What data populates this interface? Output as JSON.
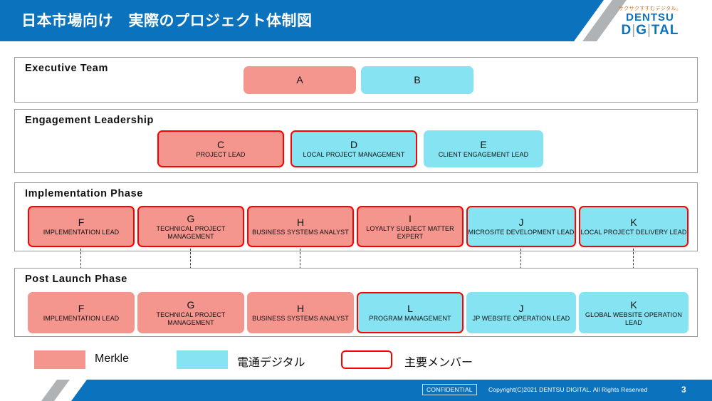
{
  "header": {
    "title": "日本市場向け　実際のプロジェクト体制図",
    "brand_color": "#0B72BE",
    "logo": {
      "kana": "サクサクすすむデジタル。",
      "line1": "DENTSU",
      "line2_pre": "D",
      "line2_bar1": "|",
      "line2_mid": "G",
      "line2_bar2": "|",
      "line2_post": "TAL"
    }
  },
  "colors": {
    "merkle_pink": "#F4958E",
    "dentsu_cyan": "#85E3F2",
    "key_member_outline": "#FF0000",
    "panel_border": "#9A9A9A"
  },
  "sections": [
    {
      "id": "executive-team",
      "title": "Executive Team",
      "boxes": [
        {
          "code": "A",
          "role": "",
          "color": "pink",
          "key_member": false
        },
        {
          "code": "B",
          "role": "",
          "color": "cyan",
          "key_member": false
        }
      ]
    },
    {
      "id": "engagement-leadership",
      "title": "Engagement Leadership",
      "boxes": [
        {
          "code": "C",
          "role": "PROJECT LEAD",
          "color": "pink",
          "key_member": true
        },
        {
          "code": "D",
          "role": "LOCAL PROJECT MANAGEMENT",
          "color": "cyan",
          "key_member": true
        },
        {
          "code": "E",
          "role": "CLIENT ENGAGEMENT LEAD",
          "color": "cyan",
          "key_member": false
        }
      ]
    },
    {
      "id": "implementation-phase",
      "title": "Implementation  Phase",
      "boxes": [
        {
          "code": "F",
          "role": "IMPLEMENTATION LEAD",
          "color": "pink",
          "key_member": true
        },
        {
          "code": "G",
          "role": "TECHNICAL PROJECT MANAGEMENT",
          "color": "pink",
          "key_member": true
        },
        {
          "code": "H",
          "role": "BUSINESS SYSTEMS ANALYST",
          "color": "pink",
          "key_member": true
        },
        {
          "code": "I",
          "role": "LOYALTY SUBJECT MATTER EXPERT",
          "color": "pink",
          "key_member": true
        },
        {
          "code": "J",
          "role": "MICROSITE DEVELOPMENT LEAD",
          "color": "cyan",
          "key_member": true
        },
        {
          "code": "K",
          "role": "LOCAL PROJECT DELIVERY LEAD",
          "color": "cyan",
          "key_member": true
        }
      ]
    },
    {
      "id": "post-launch-phase",
      "title": "Post Launch Phase",
      "boxes": [
        {
          "code": "F",
          "role": "IMPLEMENTATION LEAD",
          "color": "pink",
          "key_member": false
        },
        {
          "code": "G",
          "role": "TECHNICAL PROJECT MANAGEMENT",
          "color": "pink",
          "key_member": false
        },
        {
          "code": "H",
          "role": "BUSINESS SYSTEMS ANALYST",
          "color": "pink",
          "key_member": false
        },
        {
          "code": "L",
          "role": "PROGRAM MANAGEMENT",
          "color": "cyan",
          "key_member": true
        },
        {
          "code": "J",
          "role": "JP WEBSITE OPERATION LEAD",
          "color": "cyan",
          "key_member": false
        },
        {
          "code": "K",
          "role": "GLOBAL WEBSITE OPERATION LEAD",
          "color": "cyan",
          "key_member": false
        }
      ]
    }
  ],
  "legend": [
    {
      "swatch": "pink",
      "label": "Merkle"
    },
    {
      "swatch": "cyan",
      "label": "電通デジタル"
    },
    {
      "swatch": "outline",
      "label": "主要メンバー"
    }
  ],
  "footer": {
    "confidential": "CONFIDENTIAL",
    "copyright": "Copyright(C)2021 DENTSU DIGITAL. All Rights Reserved",
    "page_number": "3"
  }
}
